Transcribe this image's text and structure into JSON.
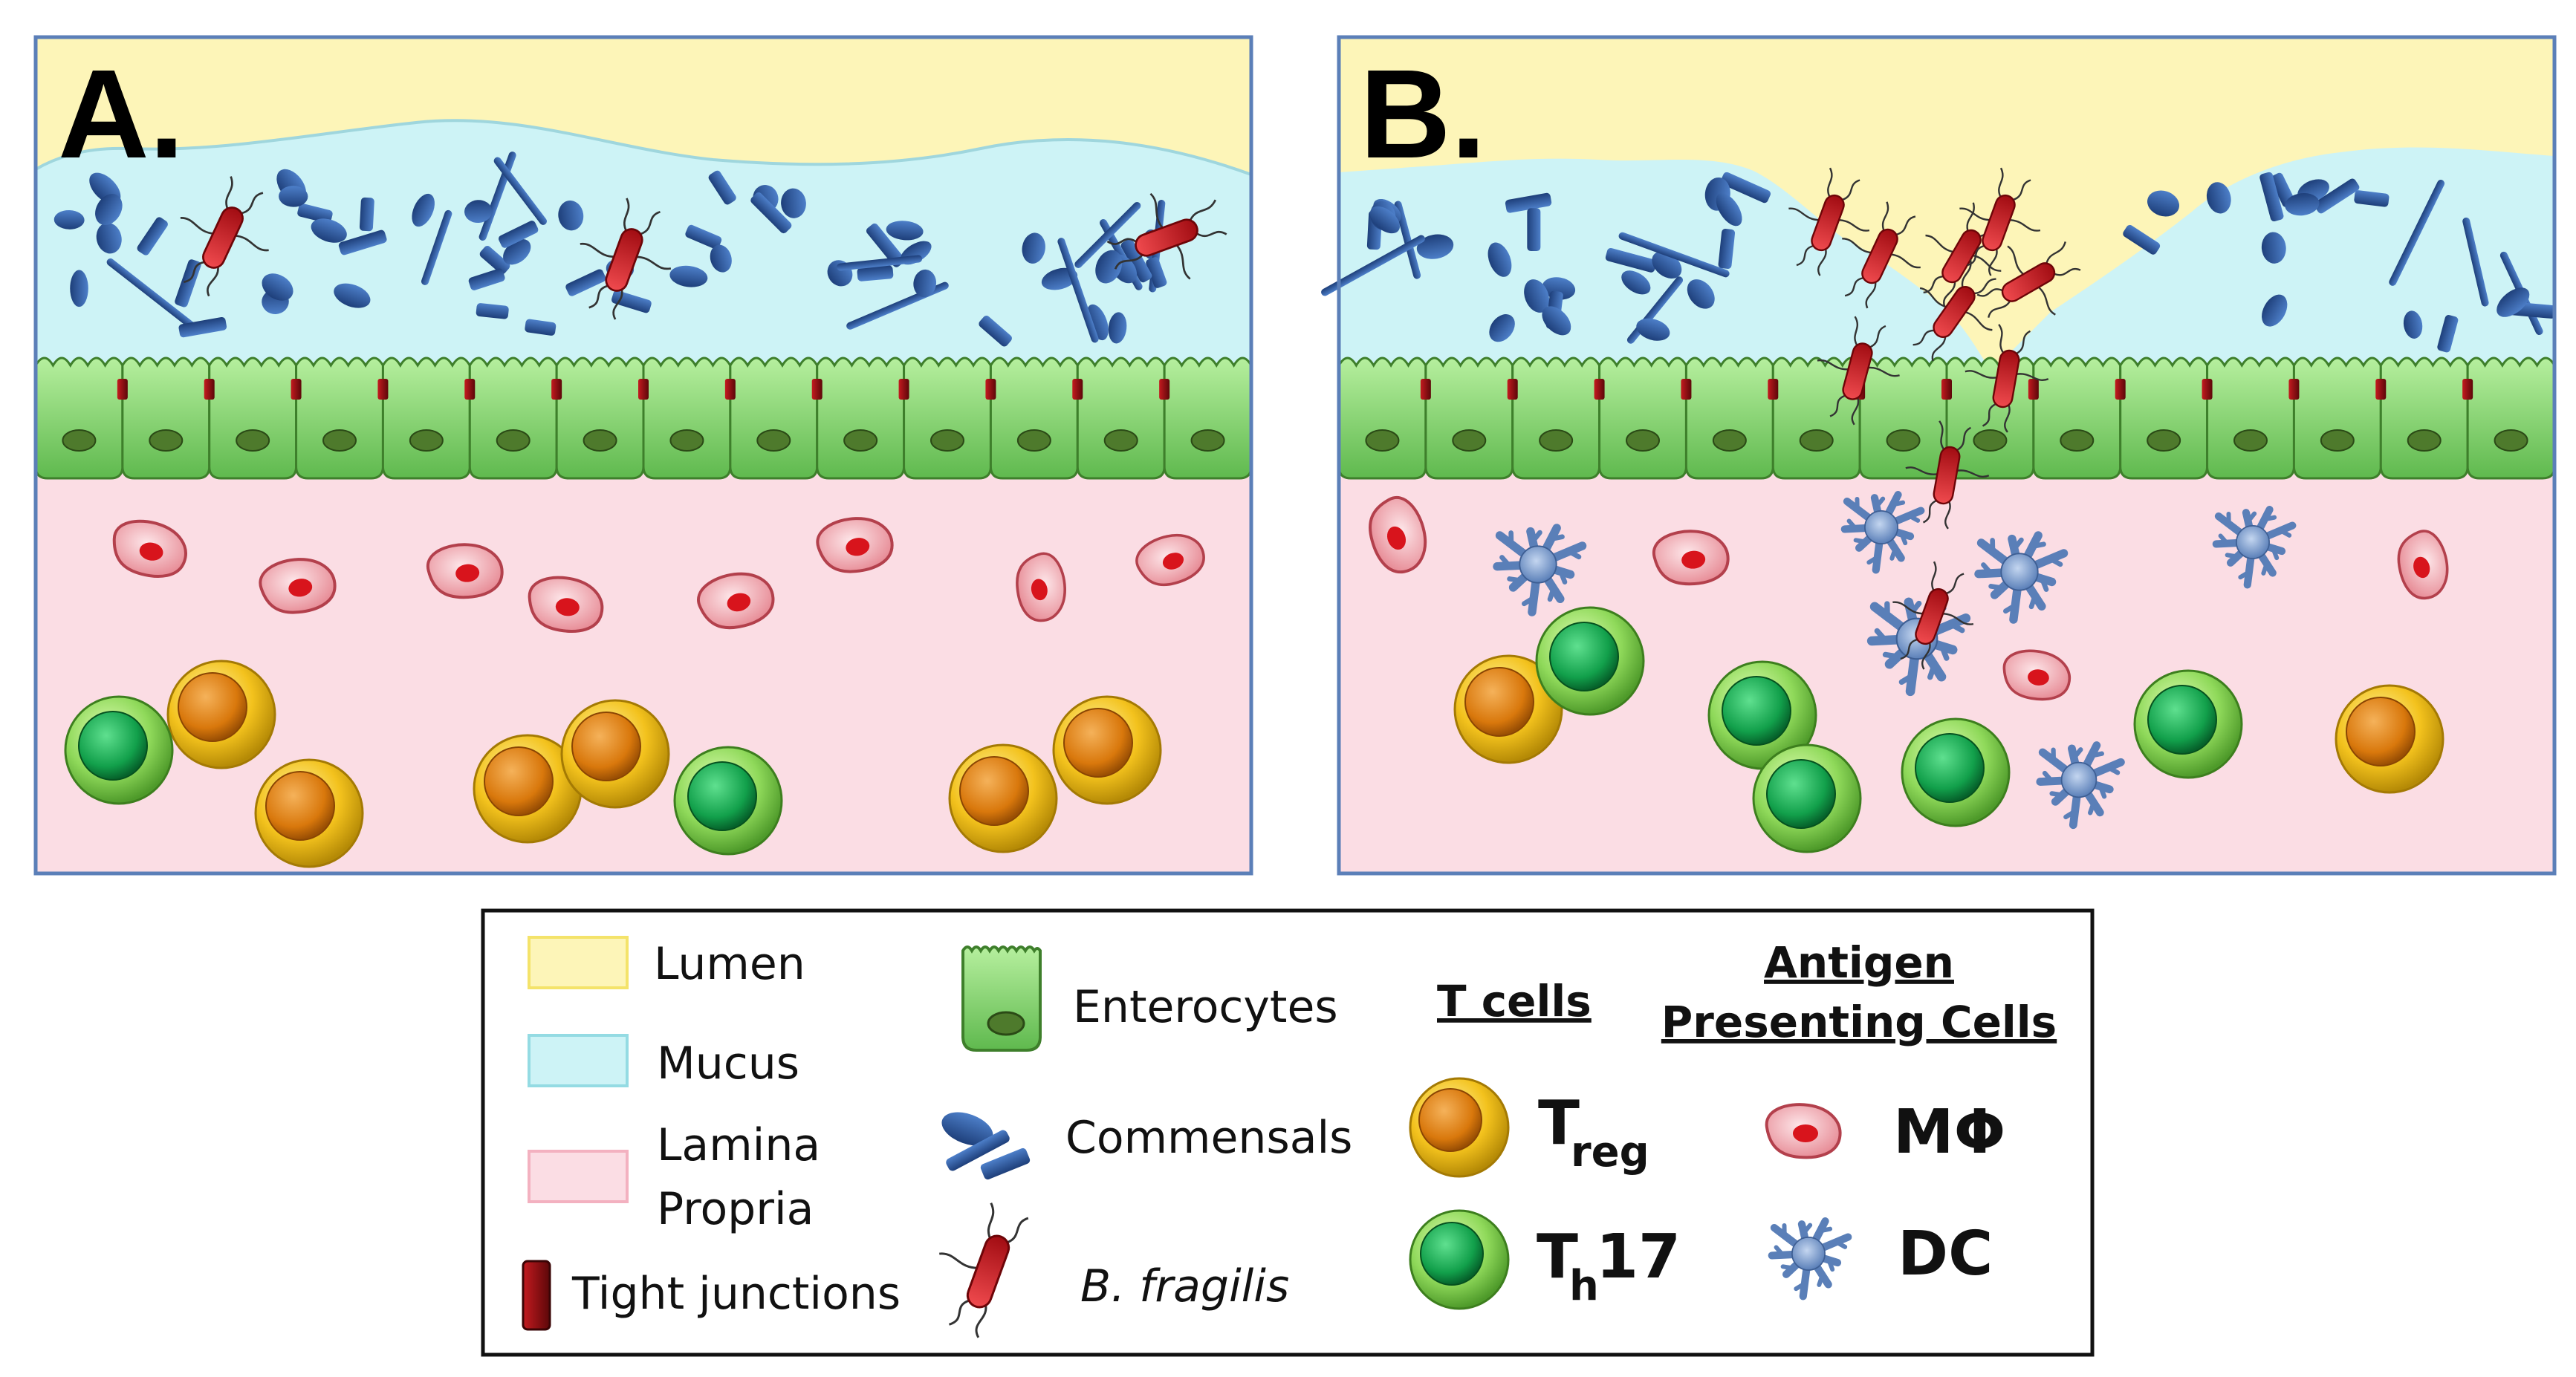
{
  "panels": {
    "a": {
      "label": "A."
    },
    "b": {
      "label": "B."
    }
  },
  "legend": {
    "lumen": "Lumen",
    "mucus": "Mucus",
    "lamina_1": "Lamina",
    "lamina_2": "Propria",
    "tight_junctions": "Tight junctions",
    "enterocytes": "Enterocytes",
    "commensals": "Commensals",
    "b_fragilis": "B. fragilis",
    "t_cells_header": "T cells",
    "treg_main": "T",
    "treg_sub": "reg",
    "th17_main": "T",
    "th17_sub": "h",
    "th17_suffix": "17",
    "apc_header_1": "Antigen",
    "apc_header_2": "Presenting Cells",
    "macrophage": "MΦ",
    "dc": "DC"
  },
  "colors": {
    "lumen": "#fdf5b8",
    "mucus": "#cdf3f6",
    "lamina": "#fbdde4",
    "panel_border": "#5b7fb8",
    "enterocyte": "#86d67a",
    "nucleus": "#4e7a2c",
    "tight_junction": "#8b0f12",
    "commensal": "#2f5ea8",
    "bfragilis": "#d21c22",
    "treg_outer": "#f3c21d",
    "treg_inner": "#d9780c",
    "th17_outer": "#8fd95a",
    "th17_inner": "#12a04b",
    "macrophage": "#f6c1c6",
    "dc": "#6d8fc2"
  }
}
